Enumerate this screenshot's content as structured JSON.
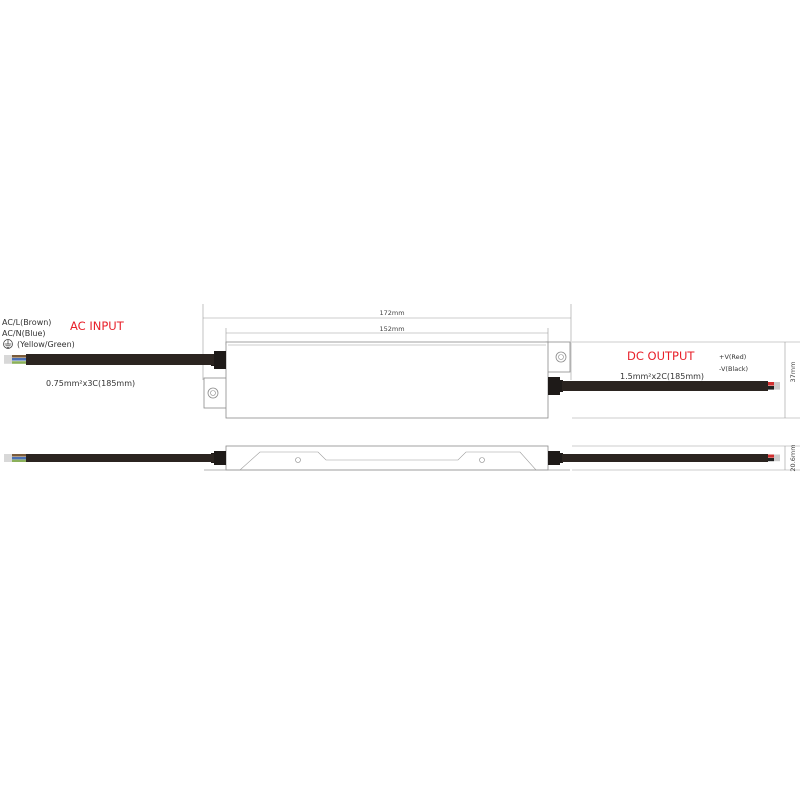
{
  "ac_input": {
    "title": "AC INPUT",
    "wire_brown": "AC/L(Brown)",
    "wire_blue": "AC/N(Blue)",
    "wire_ground": "(Yellow/Green)",
    "cable_spec": "0.75mm²x3C(185mm)"
  },
  "dc_output": {
    "title": "DC OUTPUT",
    "cable_spec": "1.5mm²x2C(185mm)",
    "wire_red": "+V(Red)",
    "wire_black": "-V(Black)"
  },
  "dimensions": {
    "overall_length": "172mm",
    "body_length": "152mm",
    "width": "37mm",
    "height": "20.6mm"
  },
  "colors": {
    "accent_red": "#e8202a",
    "cable": "#2b2420",
    "outline": "#8a8a8a"
  },
  "icons": {
    "ground": "ground-symbol-icon"
  }
}
